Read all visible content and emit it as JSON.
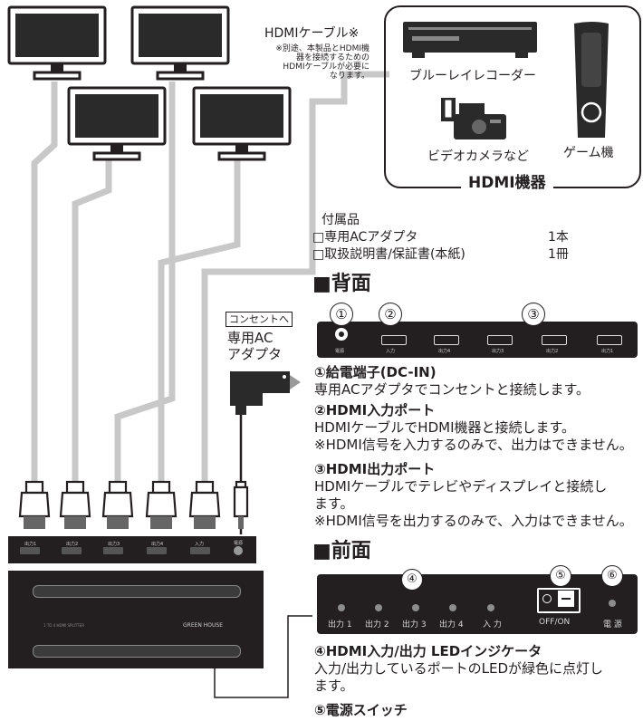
{
  "cable": {
    "title": "HDMIケーブル※",
    "note_lines": [
      "※別途、本製品とHDMI機",
      "器を接続するための",
      "HDMIケーブルが必要に",
      "なります。"
    ]
  },
  "devices": {
    "bluray": "ブルーレイレコーダー",
    "camera": "ビデオカメラなど",
    "game": "ゲーム機",
    "group_label": "HDMI機器"
  },
  "accessories": {
    "title": "付属品",
    "items": [
      {
        "name": "□専用ACアダプタ",
        "qty": "1本"
      },
      {
        "name": "□取扱説明書/保証書(本紙)",
        "qty": "1冊"
      }
    ]
  },
  "adapter": {
    "outlet_box": "コンセントへ",
    "label_line1": "専用AC",
    "label_line2": "アダプタ"
  },
  "back_panel": {
    "heading": "■背面",
    "callouts": [
      "①",
      "②",
      "③"
    ],
    "port_labels": [
      "電源",
      "入力",
      "出力4",
      "出力3",
      "出力2",
      "出力1"
    ]
  },
  "descriptions": {
    "dc": {
      "title": "①給電端子(DC-IN)",
      "lines": [
        "専用ACアダプタでコンセントと接続します。"
      ]
    },
    "hdmi_in": {
      "title": "②HDMI入力ポート",
      "lines": [
        "HDMIケーブルでHDMI機器と接続します。",
        "※HDMI信号を入力するのみで、出力はできません。"
      ]
    },
    "hdmi_out": {
      "title": "③HDMI出力ポート",
      "lines": [
        "HDMIケーブルでテレビやディスプレイと接続し",
        "ます。",
        "※HDMI信号を出力するのみで、入力はできません。"
      ]
    },
    "led": {
      "title": "④HDMI入力/出力 LEDインジケータ",
      "lines": [
        "入力/出力しているポートのLEDが緑色に点灯し",
        "ます。"
      ]
    },
    "power": {
      "title": "⑤電源スイッチ"
    }
  },
  "front_panel": {
    "heading": "■前面",
    "callouts": [
      "④",
      "⑤",
      "⑥"
    ],
    "led_labels": [
      "出力 1",
      "出力 2",
      "出力 3",
      "出力 4",
      "入 力"
    ],
    "switch_label": "OFF/ON",
    "power_label": "電 源"
  },
  "device": {
    "brand": "GREEN HOUSE",
    "model": "1 TO 4 HDMI SPLITTER",
    "back_labels": [
      "出力1",
      "出力2",
      "出力3",
      "出力4",
      "入力",
      "電源"
    ]
  }
}
